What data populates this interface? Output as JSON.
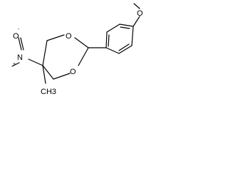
{
  "molecule": {
    "atoms": {
      "methoxy_oxygen": "O",
      "ring_oxygen_top": "O",
      "ring_oxygen_bottom": "O",
      "nitro_oxygen": "O",
      "nitro_oxygen_charge": "-",
      "nitro_nitrogen": "N",
      "nitro_nitrogen_charge": "+",
      "methyl_group": "CH3"
    }
  }
}
